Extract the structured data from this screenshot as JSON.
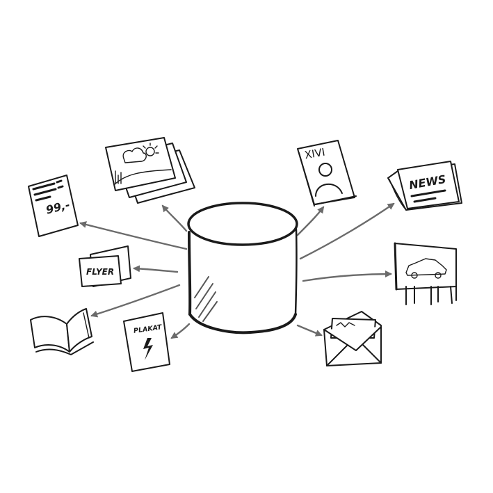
{
  "diagram": {
    "center": {
      "icon": "database-cylinder-icon"
    },
    "outputs": [
      {
        "id": "price-list",
        "icon": "price-sheet-icon",
        "label": "99,-"
      },
      {
        "id": "photos",
        "icon": "photo-stack-icon"
      },
      {
        "id": "magazine",
        "icon": "magazine-icon",
        "label": "XIVI"
      },
      {
        "id": "newspaper",
        "icon": "newspaper-icon",
        "label": "NEWS"
      },
      {
        "id": "flyer",
        "icon": "flyer-icon",
        "label": "FLYER"
      },
      {
        "id": "billboard",
        "icon": "billboard-icon"
      },
      {
        "id": "book",
        "icon": "open-book-icon"
      },
      {
        "id": "poster",
        "icon": "poster-icon",
        "label": "PLAKAT"
      },
      {
        "id": "mail",
        "icon": "envelope-icon"
      }
    ],
    "colors": {
      "stroke": "#1a1a1a",
      "arrow": "#6b6b6b",
      "background": "#ffffff"
    }
  }
}
